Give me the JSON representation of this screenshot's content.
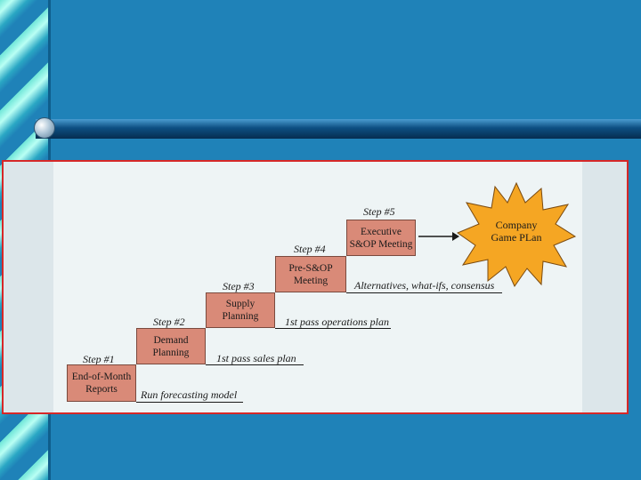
{
  "steps": [
    {
      "label": "Step #1",
      "box": "End-of-Month\nReports",
      "note": "Run forecasting model"
    },
    {
      "label": "Step #2",
      "box": "Demand\nPlanning",
      "note": "1st pass sales plan"
    },
    {
      "label": "Step #3",
      "box": "Supply\nPlanning",
      "note": "1st pass operations plan"
    },
    {
      "label": "Step #4",
      "box": "Pre-S&OP\nMeeting",
      "note": "Alternatives, what-ifs, consensus"
    },
    {
      "label": "Step #5",
      "box": "Executive\nS&OP Meeting",
      "note": ""
    }
  ],
  "outcome": "Company\nGame PLan",
  "colors": {
    "background": "#1f82b8",
    "box_fill": "#d98a78",
    "burst_fill": "#f5a623",
    "panel_border": "#d62828"
  }
}
